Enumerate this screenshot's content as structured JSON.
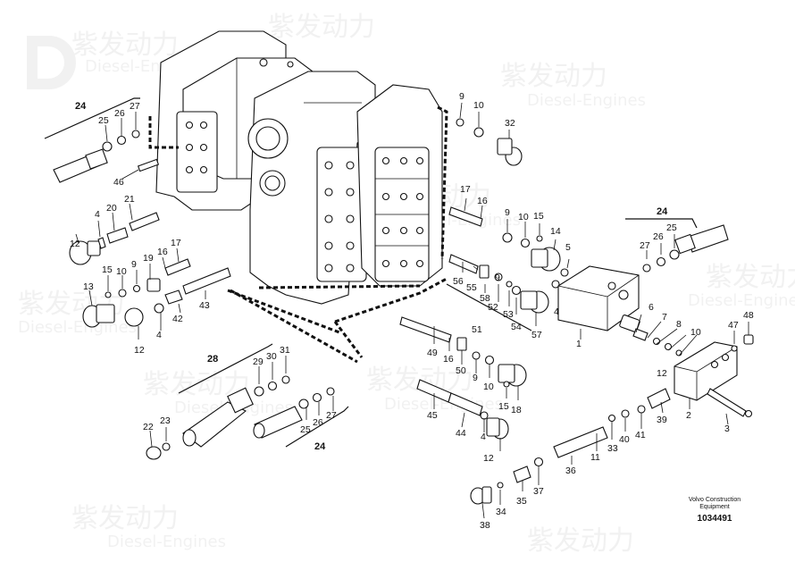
{
  "watermark": {
    "brand_cn": "紫发动力",
    "brand_en": "Diesel-Engines"
  },
  "credit": {
    "line1": "Volvo Construction",
    "line2": "Equipment",
    "number": "1034491"
  },
  "group_labels": [
    "24",
    "24",
    "28",
    "24"
  ],
  "part_labels": [
    "1",
    "2",
    "3",
    "4",
    "4",
    "4",
    "4",
    "5",
    "6",
    "7",
    "8",
    "9",
    "9",
    "9",
    "9",
    "9",
    "10",
    "10",
    "10",
    "10",
    "10",
    "11",
    "12",
    "12",
    "12",
    "12",
    "13",
    "14",
    "15",
    "15",
    "15",
    "16",
    "16",
    "16",
    "17",
    "17",
    "18",
    "19",
    "20",
    "21",
    "22",
    "23",
    "25",
    "25",
    "25",
    "26",
    "26",
    "26",
    "27",
    "27",
    "27",
    "29",
    "30",
    "31",
    "32",
    "33",
    "34",
    "35",
    "36",
    "37",
    "38",
    "39",
    "40",
    "41",
    "42",
    "43",
    "44",
    "45",
    "46",
    "47",
    "48",
    "49",
    "50",
    "51",
    "52",
    "53",
    "54",
    "55",
    "56",
    "57",
    "58"
  ]
}
